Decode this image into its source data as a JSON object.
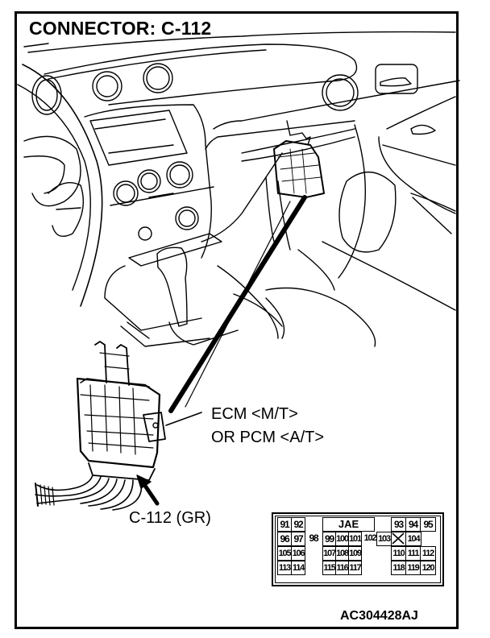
{
  "title": "CONNECTOR: C-112",
  "labels": {
    "component_line1": "ECM <M/T>",
    "component_line2": "OR PCM <A/T>",
    "connector": "C-112 (GR)",
    "figure_id": "AC304428AJ"
  },
  "terminal_layout": {
    "manufacturer": "JAE",
    "rows": [
      [
        "91",
        "92",
        "",
        "JAE",
        "",
        "93",
        "94",
        "95"
      ],
      [
        "96",
        "97",
        "98",
        "99",
        "100",
        "101",
        "102",
        "103",
        "X",
        "104"
      ],
      [
        "105",
        "106",
        "107",
        "108",
        "109",
        "110",
        "111",
        "112"
      ],
      [
        "113",
        "114",
        "115",
        "116",
        "117",
        "118",
        "119",
        "120"
      ]
    ],
    "empty_terminal_marker": "X"
  },
  "cells": {
    "c91": "91",
    "c92": "92",
    "c93": "93",
    "c94": "94",
    "c95": "95",
    "c96": "96",
    "c97": "97",
    "c98": "98",
    "c99": "99",
    "c100": "100",
    "c101": "101",
    "c102": "102",
    "c103": "103",
    "c104": "104",
    "c105": "105",
    "c106": "106",
    "c107": "107",
    "c108": "108",
    "c109": "109",
    "c110": "110",
    "c111": "111",
    "c112": "112",
    "c113": "113",
    "c114": "114",
    "c115": "115",
    "c116": "116",
    "c117": "117",
    "c118": "118",
    "c119": "119",
    "c120": "120",
    "jae": "JAE"
  }
}
